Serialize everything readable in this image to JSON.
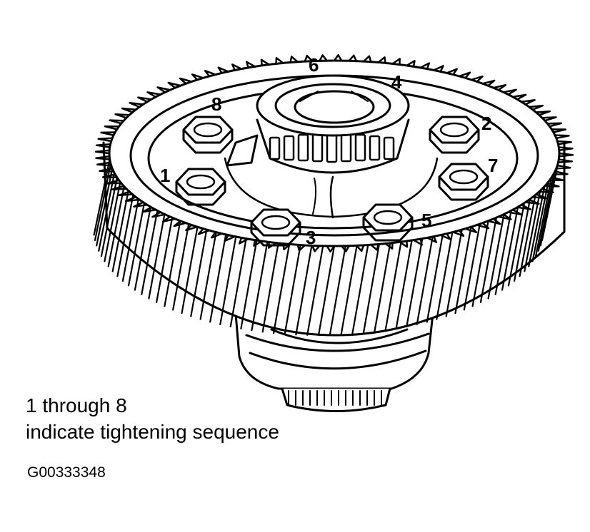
{
  "diagram": {
    "bolt_labels": [
      "1",
      "2",
      "3",
      "4",
      "5",
      "6",
      "7",
      "8"
    ]
  },
  "caption": {
    "line1": "1 through 8",
    "line2": "indicate tightening sequence"
  },
  "figure_id": "G00333348"
}
